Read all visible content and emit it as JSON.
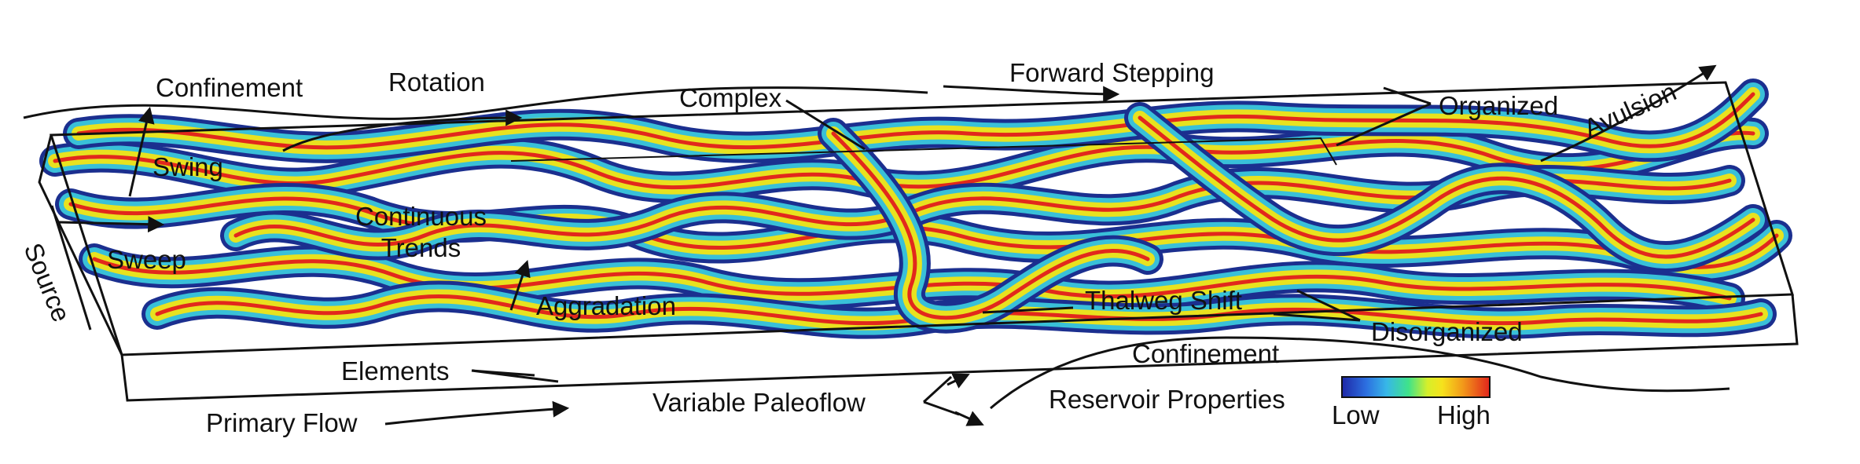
{
  "labels": {
    "confinement_top": "Confinement",
    "rotation": "Rotation",
    "complex": "Complex",
    "forward_stepping": "Forward Stepping",
    "organized": "Organized",
    "avulsion": "Avulsion",
    "swing": "Swing",
    "continuous_trends_line1": "Continuous",
    "continuous_trends_line2": "Trends",
    "sweep": "Sweep",
    "source": "Source",
    "aggradation": "Aggradation",
    "thalweg_shift": "Thalweg Shift",
    "disorganized": "Disorganized",
    "confinement_bottom": "Confinement",
    "elements": "Elements",
    "primary_flow": "Primary Flow",
    "variable_paleoflow": "Variable Paleoflow",
    "reservoir_properties": "Reservoir Properties"
  },
  "legend": {
    "low": "Low",
    "high": "High",
    "colors": [
      "#1f2aa8",
      "#2c6fe0",
      "#37b7e8",
      "#3fe38a",
      "#d6ef2a",
      "#f6e21c",
      "#f29a1a",
      "#e2281c"
    ]
  },
  "colors": {
    "channel_core": "#e2281c",
    "channel_mid": "#e8e21f",
    "channel_edge": "#39c0d8",
    "channel_rim": "#1b2f8f",
    "outline": "#111111"
  }
}
